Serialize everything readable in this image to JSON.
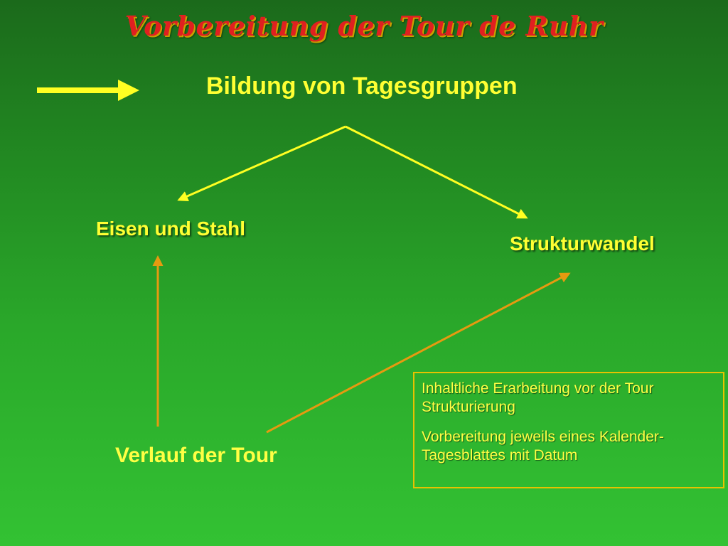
{
  "slide": {
    "title": "Vorbereitung der Tour de Ruhr",
    "subtitle": "Bildung von Tagesgruppen",
    "nodes": {
      "eisen": "Eisen und Stahl",
      "struktur": "Strukturwandel",
      "verlauf": "Verlauf der Tour"
    },
    "note": {
      "line1": "Inhaltliche Erarbeitung vor der Tour",
      "line2": "Strukturierung",
      "line3": "Vorbereitung jeweils eines Kalender-",
      "line4": "Tagesblattes mit Datum"
    }
  },
  "colors": {
    "title": "#e02020",
    "text": "#ffff33",
    "yellow_arrow": "#ffff22",
    "orange_arrow": "#e69a10",
    "note_border": "#e6c200",
    "background_top": "#1b6a1b",
    "background_bottom": "#33c233"
  }
}
